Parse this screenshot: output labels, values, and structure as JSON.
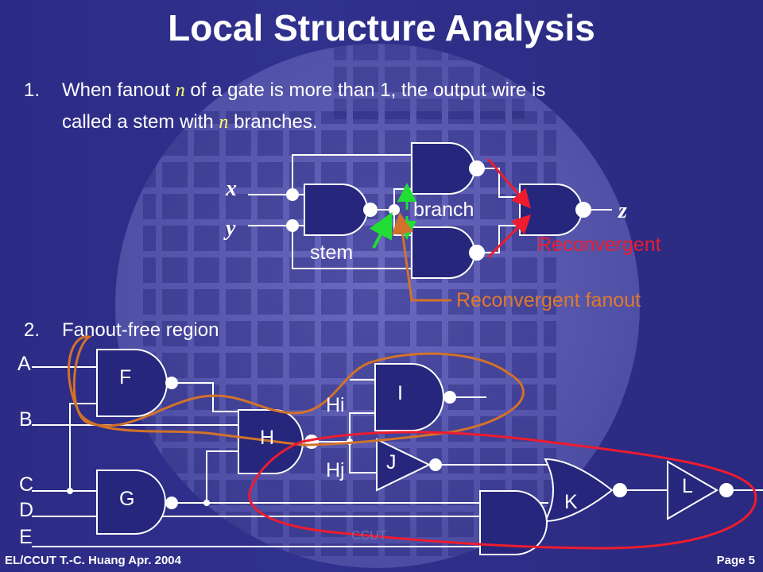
{
  "slide": {
    "title": "Local Structure Analysis",
    "bullet1": {
      "number": "1.",
      "line1_pre": "When fanout ",
      "line1_var": "n",
      "line1_post": " of a gate is more than 1, the output wire is",
      "line2_pre": "called a stem with ",
      "line2_var": "n",
      "line2_post": " branches."
    },
    "bullet2": {
      "number": "2.",
      "text": "Fanout-free region"
    },
    "diagram1": {
      "input_x": "x",
      "input_y": "y",
      "output_z": "z",
      "branch_label": "branch",
      "stem_label": "stem",
      "reconvergent_label": "Reconvergent",
      "reconvergent_fanout_label": "Reconvergent fanout"
    },
    "diagram2": {
      "inputs": [
        "A",
        "B",
        "C",
        "D",
        "E"
      ],
      "gates": [
        "F",
        "G",
        "H",
        "I",
        "J",
        "K",
        "L"
      ],
      "branch_hi": "Hi",
      "branch_hj": "Hj"
    },
    "watermark": "CCUT",
    "footer_left": "EL/CCUT T.-C. Huang   Apr. 2004",
    "footer_right": "Page  5",
    "colors": {
      "background": "#2c2c86",
      "circle": "#5a5aae",
      "grid_square": "#23237a",
      "wire": "#ffffff",
      "gate_fill": "#26267c",
      "accent_red": "#ee1c2e",
      "accent_green": "#22dd33",
      "accent_orange": "#d2722a",
      "text_yellow": "#ffff66"
    }
  }
}
